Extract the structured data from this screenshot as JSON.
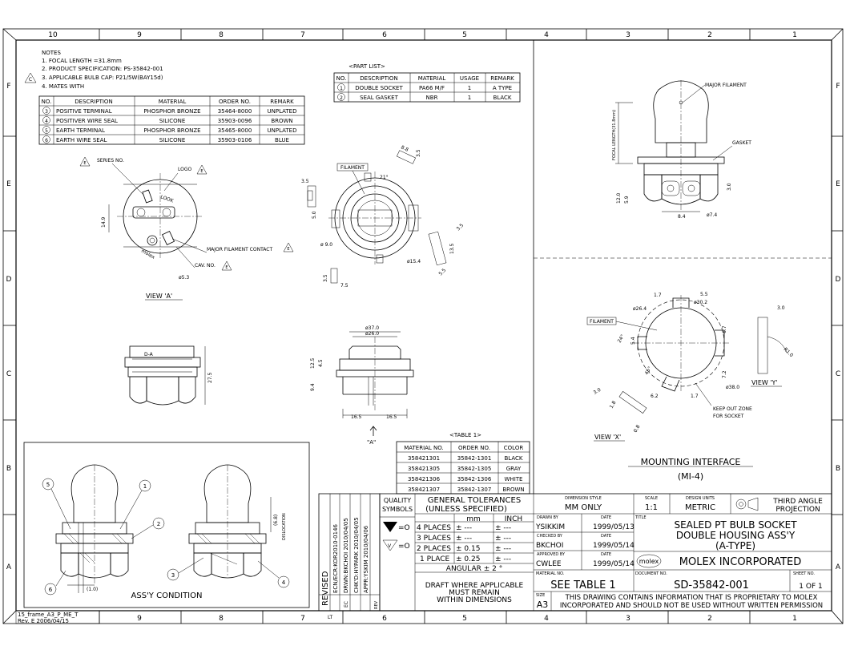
{
  "border": {
    "cols_top": [
      "10",
      "9",
      "8",
      "7",
      "6",
      "5",
      "4",
      "3",
      "2",
      "1"
    ],
    "cols_bottom": [
      "9",
      "8",
      "7",
      "6",
      "5",
      "4",
      "3",
      "2",
      "1"
    ],
    "rows": [
      "F",
      "E",
      "D",
      "C",
      "B",
      "A"
    ]
  },
  "frame_info": {
    "line1": "15_frame_A3_P_ME_T",
    "line2": "Rev. E  2006/04/15"
  },
  "notes": {
    "title": "NOTES",
    "items": [
      "1. FOCAL LENGTH =31.8mm",
      "2. PRODUCT SPECIFICATION: PS-35842-001",
      "3. APPLICABLE BULB CAP: P21/5W(BAY15d)",
      "4. MATES WITH"
    ],
    "revision_flag": "C"
  },
  "mates_table": {
    "headers": [
      "NO.",
      "DESCRIPTION",
      "MATERIAL",
      "ORDER NO.",
      "REMARK"
    ],
    "rows": [
      [
        "3",
        "POSITIVE TERMINAL",
        "PHOSPHOR BRONZE",
        "35464-8000",
        "UNPLATED"
      ],
      [
        "4",
        "POSITIVER WIRE SEAL",
        "SILICONE",
        "35903-0096",
        "BROWN"
      ],
      [
        "5",
        "EARTH TERMINAL",
        "PHOSPHOR BRONZE",
        "35465-8000",
        "UNPLATED"
      ],
      [
        "6",
        "EARTH WIRE SEAL",
        "SILICONE",
        "35903-0106",
        "BLUE"
      ]
    ]
  },
  "part_list": {
    "title": "<PART LIST>",
    "headers": [
      "NO.",
      "DESCRIPTION",
      "MATERIAL",
      "USAGE",
      "REMARK"
    ],
    "rows": [
      [
        "1",
        "DOUBLE SOCKET",
        "PA66 M/F",
        "1",
        "A TYPE"
      ],
      [
        "2",
        "SEAL GASKET",
        "NBR",
        "1",
        "BLACK"
      ]
    ]
  },
  "table1": {
    "title": "<TABLE 1>",
    "headers": [
      "MATERIAL NO.",
      "ORDER NO.",
      "COLOR"
    ],
    "rows": [
      [
        "358421301",
        "35842-1301",
        "BLACK"
      ],
      [
        "358421305",
        "35842-1305",
        "GRAY"
      ],
      [
        "358421306",
        "35842-1306",
        "WHITE"
      ],
      [
        "358421307",
        "35842-1307",
        "BROWN"
      ]
    ]
  },
  "view_a": {
    "label": "VIEW 'A'",
    "series_no": "SERIES NO.",
    "logo": "LOGO",
    "major_contact": "MAJOR FILAMENT CONTACT",
    "cav_no": "CAV. NO.",
    "flag": "E",
    "dim_149": "14.9",
    "dim_53": "ø5.3",
    "look": "LOOK",
    "molex": "molex"
  },
  "top_view": {
    "filament": "FILAMENT",
    "dims": {
      "a21": "21°",
      "d90": "ø 9.0",
      "d154": "ø15.4",
      "d35a": "3.5",
      "d50": "5.0",
      "d35b": "3.5",
      "d75": "7.5",
      "d88": "8.8",
      "d35c": "3.5",
      "d135": "13.5",
      "d35d": "3.5",
      "d55": "5.5"
    }
  },
  "front_view": {
    "dims": {
      "d370": "ø37.0",
      "d260": "ø26.0",
      "d125": "12.5",
      "d94": "9.4",
      "d45": "4.5",
      "d165a": "16.5",
      "d165b": "16.5",
      "d275": "27.5"
    },
    "arrow_label": "\"A\"",
    "da": "D-A"
  },
  "side_view": {
    "major_filament": "MAJOR FILAMENT",
    "gasket": "GASKET",
    "focal": "FOCAL LENGTH(31.8mm)",
    "dims": {
      "d30": "3.0",
      "d84": "8.4",
      "d74": "ø7.4",
      "d120": "12.0",
      "d59": "5.9"
    }
  },
  "mounting": {
    "title": "MOUNTING INTERFACE",
    "subtitle": "(MI-4)",
    "view_x": "VIEW 'X'",
    "view_y": "VIEW 'Y'",
    "filament": "FILAMENT",
    "keep_out": [
      "KEEP OUT ZONE",
      "FOR SOCKET"
    ],
    "dims": {
      "d264": "ø26.4",
      "d302": "ø30.2",
      "d17a": "1.7",
      "d55": "5.5",
      "d67": "6.7",
      "d38": "ø38.0",
      "d72": "7.2",
      "d62": "6.2",
      "d17b": "1.7",
      "d24": "24°",
      "d54": "5.4",
      "d30": "3.0",
      "d10": "R1.0",
      "d30b": "3.0",
      "d18": "1.8",
      "d08": "0.8",
      "d45": "45°"
    }
  },
  "assy": {
    "label": "ASS'Y CONDITION",
    "dim_68": "(6.8)",
    "dislocation": "DISLOCATION",
    "dim_10": "(1.0)",
    "balloons": [
      "5",
      "1",
      "2",
      "6",
      "3",
      "4"
    ]
  },
  "revision_block": {
    "revised": "REVISED",
    "eco": "ECN/ECR:KOR2010-0146",
    "drawn": "DRWN:BKCHOI 2010/04/05",
    "checked": "CHK'D:HYPARK 2010/04/05",
    "approved": "APPR:YSKIM 2010/04/06",
    "lt": "LT",
    "ec": "EC",
    "rev": "REV"
  },
  "title_block": {
    "quality": "QUALITY",
    "symbols": "SYMBOLS",
    "q_eq1": "=O",
    "q_eq2": "=O",
    "gen_tol": "GENERAL TOLERANCES",
    "unless": "(UNLESS SPECIFIED)",
    "mm": "mm",
    "inch": "INCH",
    "places": [
      [
        "4 PLACES",
        "±  ---",
        "±  ---"
      ],
      [
        "3 PLACES",
        "±  ---",
        "±  ---"
      ],
      [
        "2 PLACES",
        "± 0.15",
        "±  ---"
      ],
      [
        "1 PLACE",
        "± 0.25",
        "±  ---"
      ]
    ],
    "angular": "ANGULAR  ±  2 °",
    "draft": [
      "DRAFT WHERE APPLICABLE",
      "MUST REMAIN",
      "WITHIN DIMENSIONS"
    ],
    "dim_style_lbl": "DIMENSION STYLE",
    "dim_style": "MM ONLY",
    "scale_lbl": "SCALE",
    "scale": "1:1",
    "design_units_lbl": "DESIGN UNITS",
    "design_units": "METRIC",
    "projection": [
      "THIRD ANGLE",
      "PROJECTION"
    ],
    "drawn_by_lbl": "DRAWN BY",
    "date_lbl": "DATE",
    "drawn_by": "YSIKKIM",
    "drawn_date": "1999/05/13",
    "checked_by_lbl": "CHECKED BY",
    "checked_by": "BKCHOI",
    "checked_date": "1999/05/14",
    "approved_by_lbl": "APPROVED BY",
    "approved_by": "CWLEE",
    "approved_date": "1999/05/14",
    "title_lbl": "TITLE",
    "title_lines": [
      "SEALED PT BULB SOCKET",
      "DOUBLE HOUSING ASS'Y",
      "(A-TYPE)"
    ],
    "logo": "molex",
    "company": "MOLEX INCORPORATED",
    "material_no_lbl": "MATERIAL NO.",
    "material_no": "SEE TABLE 1",
    "document_no_lbl": "DOCUMENT NO.",
    "document_no": "SD-35842-001",
    "sheet_no_lbl": "SHEET NO.",
    "sheet_no": "1 OF 1",
    "size_lbl": "SIZE",
    "size": "A3",
    "proprietary": [
      "THIS DRAWING CONTAINS INFORMATION THAT IS PROPRIETARY TO MOLEX",
      "INCORPORATED AND SHOULD NOT BE USED WITHOUT WRITTEN PERMISSION"
    ]
  }
}
